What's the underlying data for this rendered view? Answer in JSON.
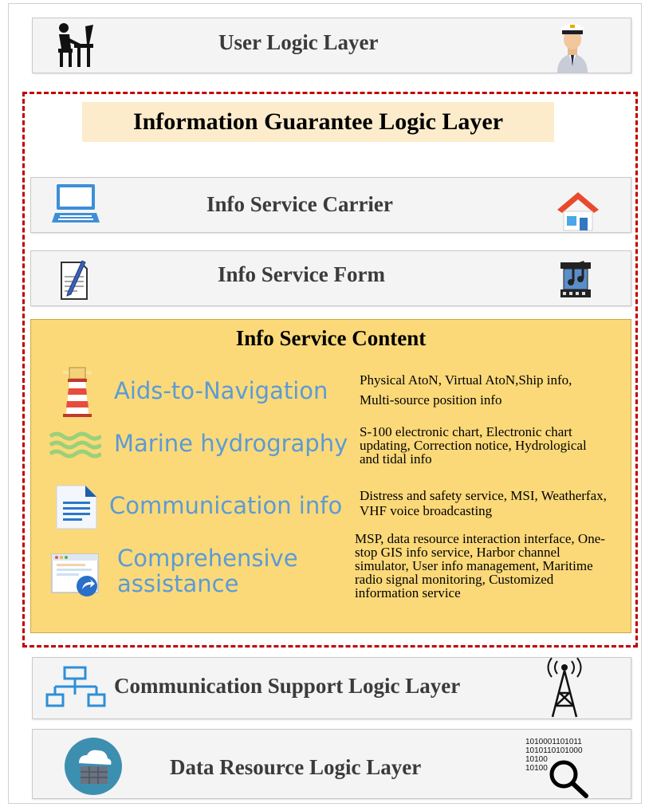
{
  "user_layer": {
    "title": "User Logic Layer",
    "left_icon": "desk-worker-icon",
    "right_icon": "captain-avatar-icon"
  },
  "guarantee_layer": {
    "title": "Information Guarantee Logic Layer"
  },
  "carrier_layer": {
    "title": "Info Service Carrier",
    "left_icon": "computer-icon",
    "right_icon": "house-icon"
  },
  "form_layer": {
    "title": "Info Service Form",
    "left_icon": "document-pen-icon",
    "right_icon": "music-film-icon"
  },
  "content_layer": {
    "title": "Info Service Content",
    "items": [
      {
        "label": "Aids-to-Navigation",
        "icon": "lighthouse-icon",
        "description": "Physical AtoN, Virtual AtoN,Ship info, Multi-source position info"
      },
      {
        "label": "Marine hydrography",
        "icon": "waves-icon",
        "description": "S-100 electronic chart, Electronic chart updating, Correction notice, Hydrological and tidal info"
      },
      {
        "label": "Communication info",
        "icon": "document-icon",
        "description": "Distress and safety service, MSI, Weatherfax, VHF voice broadcasting"
      },
      {
        "label": "Comprehensive assistance",
        "icon": "browser-window-icon",
        "description": "MSP, data resource interaction interface, One-stop GIS info service, Harbor channel simulator, User info management, Maritime radio signal monitoring, Customized information service"
      }
    ]
  },
  "comm_layer": {
    "title": "Communication Support Logic Layer",
    "left_icon": "network-icon",
    "right_icon": "antenna-tower-icon"
  },
  "data_layer": {
    "title": "Data Resource Logic Layer",
    "left_icon": "cloud-database-icon",
    "right_icon": "binary-search-icon",
    "binary_text": [
      "1010001101011",
      "1010110101000",
      "10100",
      "10100"
    ]
  },
  "colors": {
    "dashed_border": "#c00000",
    "content_bg": "#fbd979",
    "title_bg": "#fdeccb",
    "category_text": "#5b9bd5",
    "layer_bg": "#f4f4f4"
  }
}
